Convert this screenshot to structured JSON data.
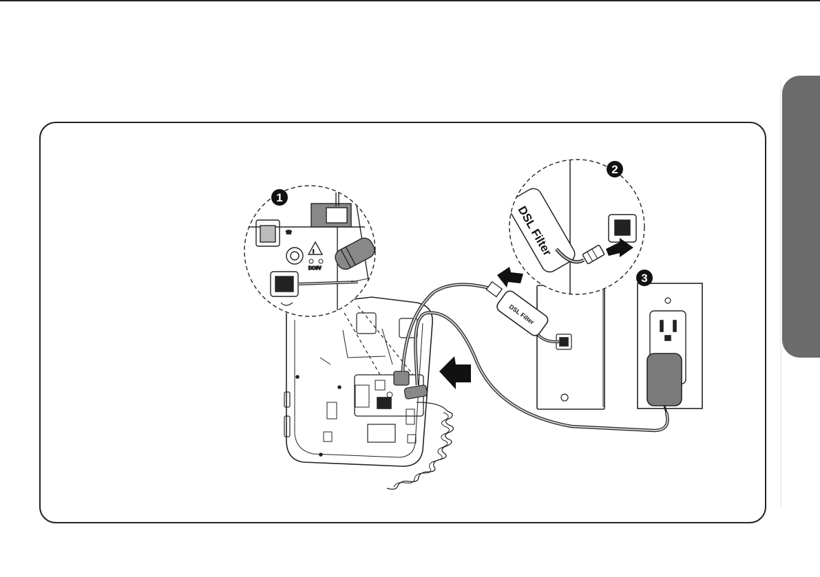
{
  "steps": {
    "step1": "1",
    "step2": "2",
    "step3": "3"
  },
  "labels": {
    "dsl_filter_zoom": "DSL Filter",
    "dsl_filter_small": "DSL Filter",
    "power_rating": "DC9V"
  },
  "colors": {
    "line": "#222222",
    "side_tab": "#6b6b6b",
    "adapter": "#7a7a7a",
    "step_badge": "#111111"
  }
}
